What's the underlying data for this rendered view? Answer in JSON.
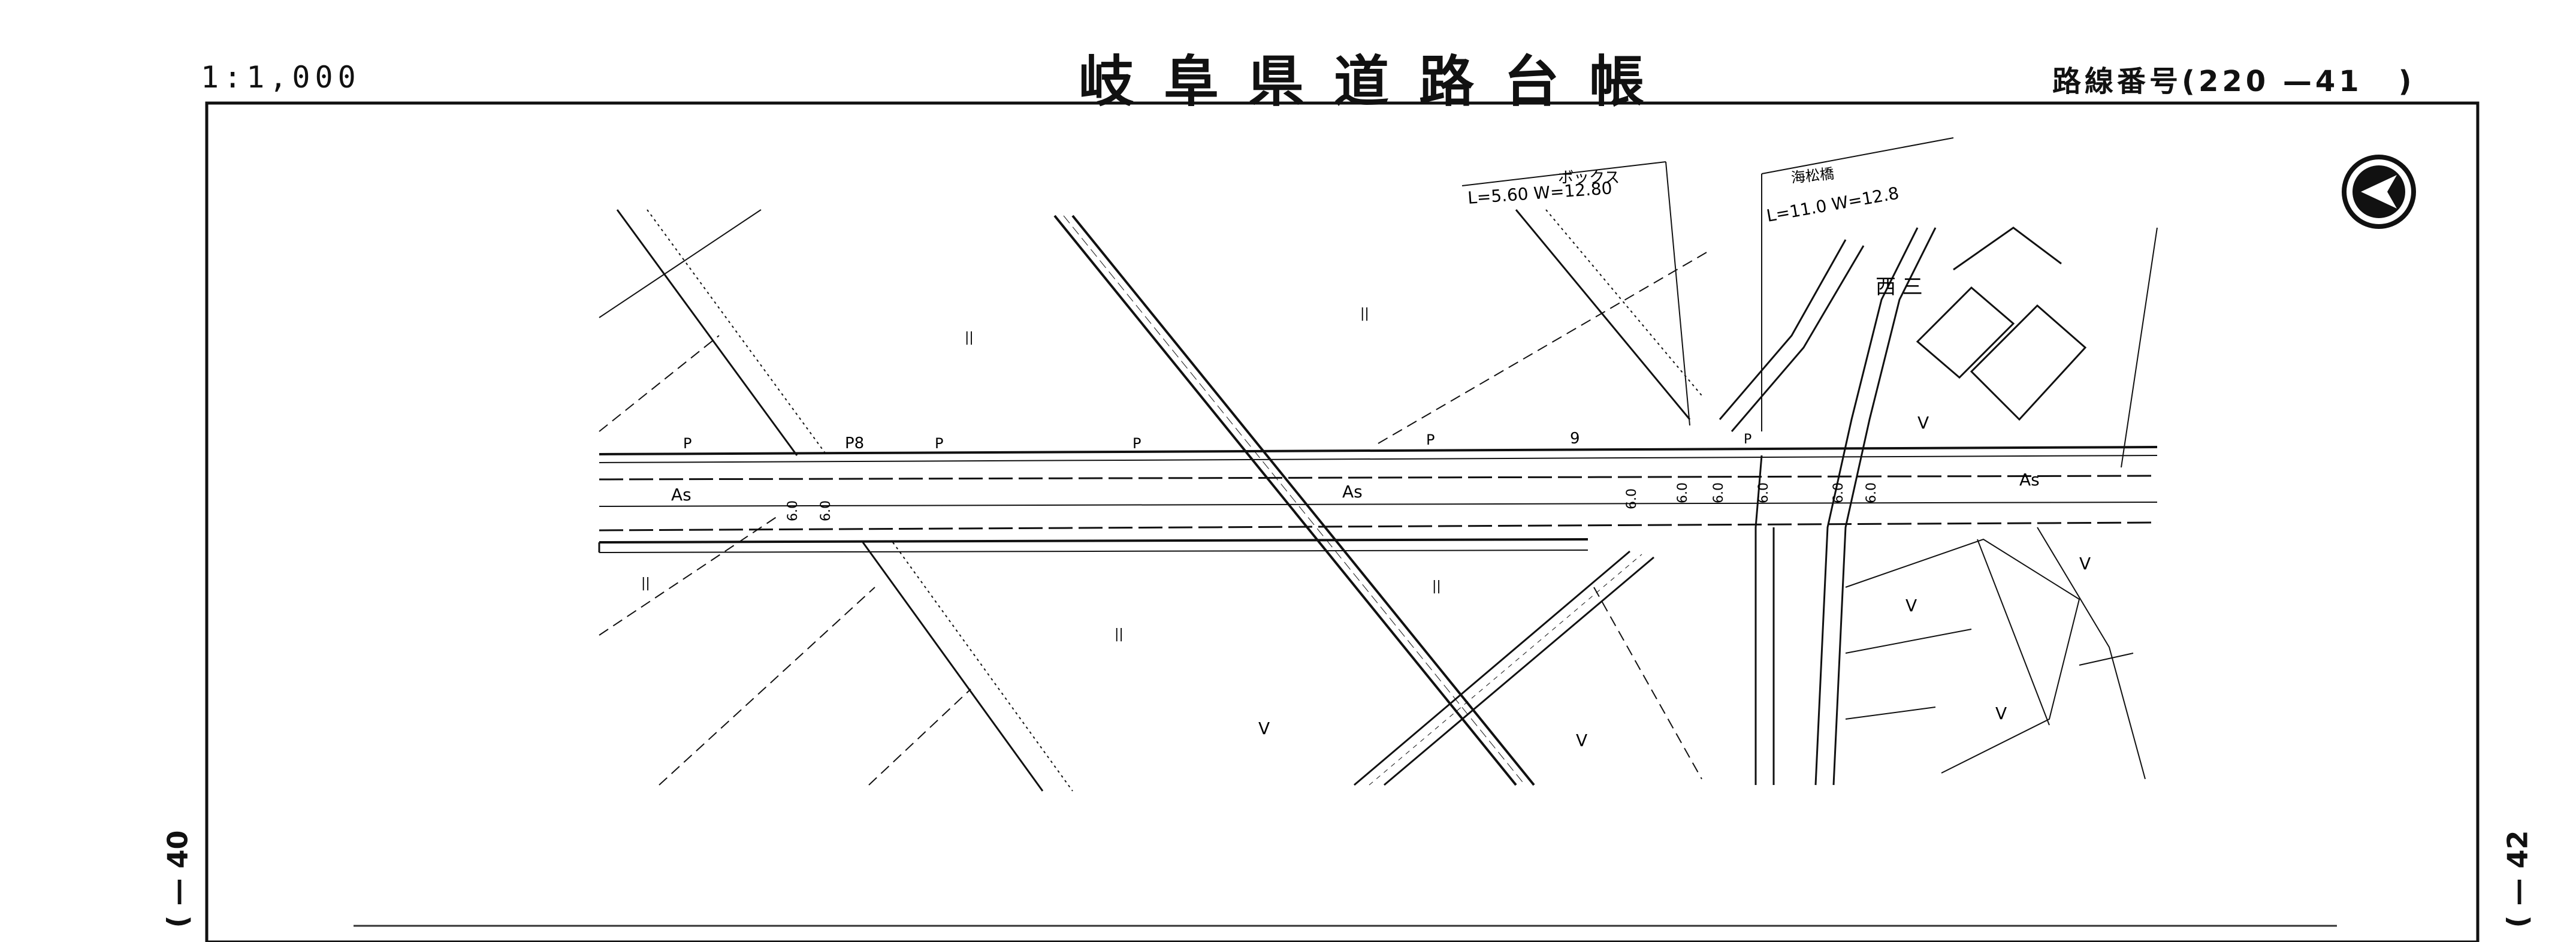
{
  "header": {
    "scale": "1:1,000",
    "title": "岐阜県道路台帳",
    "route_label": "路線番号(220 —41",
    "route_close": ")"
  },
  "margins": {
    "left_page": "( — 40",
    "right_page": "( — 42"
  },
  "map": {
    "box_culvert": {
      "name": "ボックス",
      "dims": "L=5.60 W=12.80"
    },
    "bridge": {
      "name": "海松橋",
      "dims": "L=11.0 W=12.8"
    },
    "river_label": "西\n三",
    "surface_labels": [
      "As",
      "As",
      "As"
    ],
    "parking_labels": [
      "P",
      "P8",
      "P",
      "P",
      "P",
      "9",
      "P"
    ],
    "width_labels": [
      "6.0",
      "6.0",
      "6.0",
      "6.0",
      "6.0",
      "6.0",
      "6.0",
      "6.0"
    ],
    "field_marks": [
      "||",
      "V"
    ],
    "north_arrow": "north-arrow-icon"
  }
}
